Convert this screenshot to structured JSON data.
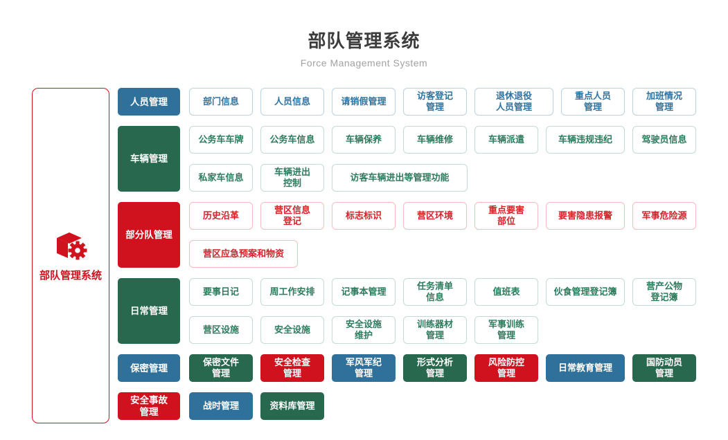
{
  "header": {
    "title": "部队管理系统",
    "subtitle": "Force Management System"
  },
  "root": {
    "label": "部队管理系统",
    "icon": "cube-gear-icon"
  },
  "colors": {
    "blue": "#30719B",
    "green": "#27684E",
    "red": "#D0121E",
    "blue_border": "#B9D2E4",
    "green_border": "#C4DCD2",
    "red_border": "#F3BDBF",
    "blue_text": "#2E74A3",
    "green_text": "#2E7B5D",
    "red_text": "#D2242B"
  },
  "rows": [
    {
      "category": {
        "label": "人员管理",
        "color": "blue"
      },
      "items": [
        {
          "label": "部门信息",
          "color": "blue",
          "variant": "outline"
        },
        {
          "label": "人员信息",
          "color": "blue",
          "variant": "outline"
        },
        {
          "label": "请销假管理",
          "color": "blue",
          "variant": "outline"
        },
        {
          "label": "访客登记\n管理",
          "color": "blue",
          "variant": "outline"
        },
        {
          "label": "退休退役\n人员管理",
          "color": "blue",
          "variant": "outline",
          "width": "wide"
        },
        {
          "label": "重点人员\n管理",
          "color": "blue",
          "variant": "outline"
        },
        {
          "label": "加班情况\n管理",
          "color": "blue",
          "variant": "outline"
        }
      ]
    },
    {
      "category": {
        "label": "车辆管理",
        "color": "green"
      },
      "items": [
        {
          "label": "公务车车牌",
          "color": "green",
          "variant": "outline"
        },
        {
          "label": "公务车信息",
          "color": "green",
          "variant": "outline"
        },
        {
          "label": "车辆保养",
          "color": "green",
          "variant": "outline"
        },
        {
          "label": "车辆维修",
          "color": "green",
          "variant": "outline"
        },
        {
          "label": "车辆派遣",
          "color": "green",
          "variant": "outline"
        },
        {
          "label": "车辆违规违纪",
          "color": "green",
          "variant": "outline",
          "width": "wide"
        },
        {
          "label": "驾驶员信息",
          "color": "green",
          "variant": "outline"
        },
        {
          "label": "私家车信息",
          "color": "green",
          "variant": "outline"
        },
        {
          "label": "车辆进出\n控制",
          "color": "green",
          "variant": "outline"
        },
        {
          "label": "访客车辆进出等管理功能",
          "color": "green",
          "variant": "outline",
          "width": "xwide"
        }
      ]
    },
    {
      "category": {
        "label": "部分队管理",
        "color": "red"
      },
      "items": [
        {
          "label": "历史沿革",
          "color": "red",
          "variant": "outline"
        },
        {
          "label": "营区信息\n登记",
          "color": "red",
          "variant": "outline"
        },
        {
          "label": "标志标识",
          "color": "red",
          "variant": "outline"
        },
        {
          "label": "营区环境",
          "color": "red",
          "variant": "outline"
        },
        {
          "label": "重点要害\n部位",
          "color": "red",
          "variant": "outline"
        },
        {
          "label": "要害隐患报警",
          "color": "red",
          "variant": "outline",
          "width": "wide"
        },
        {
          "label": "军事危险源",
          "color": "red",
          "variant": "outline"
        },
        {
          "label": "营区应急预案和物资",
          "color": "red",
          "variant": "outline",
          "width": "lwide"
        }
      ]
    },
    {
      "category": {
        "label": "日常管理",
        "color": "green"
      },
      "items": [
        {
          "label": "要事日记",
          "color": "green",
          "variant": "outline"
        },
        {
          "label": "周工作安排",
          "color": "green",
          "variant": "outline"
        },
        {
          "label": "记事本管理",
          "color": "green",
          "variant": "outline"
        },
        {
          "label": "任务清单\n信息",
          "color": "green",
          "variant": "outline"
        },
        {
          "label": "值班表",
          "color": "green",
          "variant": "outline"
        },
        {
          "label": "伙食管理登记簿",
          "color": "green",
          "variant": "outline",
          "width": "wide"
        },
        {
          "label": "营产公物\n登记簿",
          "color": "green",
          "variant": "outline"
        },
        {
          "label": "营区设施",
          "color": "green",
          "variant": "outline"
        },
        {
          "label": "安全设施",
          "color": "green",
          "variant": "outline"
        },
        {
          "label": "安全设施\n维护",
          "color": "green",
          "variant": "outline"
        },
        {
          "label": "训练器材\n管理",
          "color": "green",
          "variant": "outline"
        },
        {
          "label": "军事训练\n管理",
          "color": "green",
          "variant": "outline"
        }
      ]
    },
    {
      "category": {
        "label": "保密管理",
        "color": "blue"
      },
      "items": [
        {
          "label": "保密文件\n管理",
          "color": "green",
          "variant": "solid"
        },
        {
          "label": "安全检查\n管理",
          "color": "red",
          "variant": "solid"
        },
        {
          "label": "军风军纪\n管理",
          "color": "blue",
          "variant": "solid"
        },
        {
          "label": "形式分析\n管理",
          "color": "green",
          "variant": "solid"
        },
        {
          "label": "风险防控\n管理",
          "color": "red",
          "variant": "solid"
        },
        {
          "label": "日常教育管理",
          "color": "blue",
          "variant": "solid",
          "width": "wide"
        },
        {
          "label": "国防动员\n管理",
          "color": "green",
          "variant": "solid"
        }
      ]
    },
    {
      "category": {
        "label": "安全事故\n管理",
        "color": "red"
      },
      "items": [
        {
          "label": "战时管理",
          "color": "blue",
          "variant": "solid"
        },
        {
          "label": "资料库管理",
          "color": "green",
          "variant": "solid"
        }
      ]
    }
  ]
}
